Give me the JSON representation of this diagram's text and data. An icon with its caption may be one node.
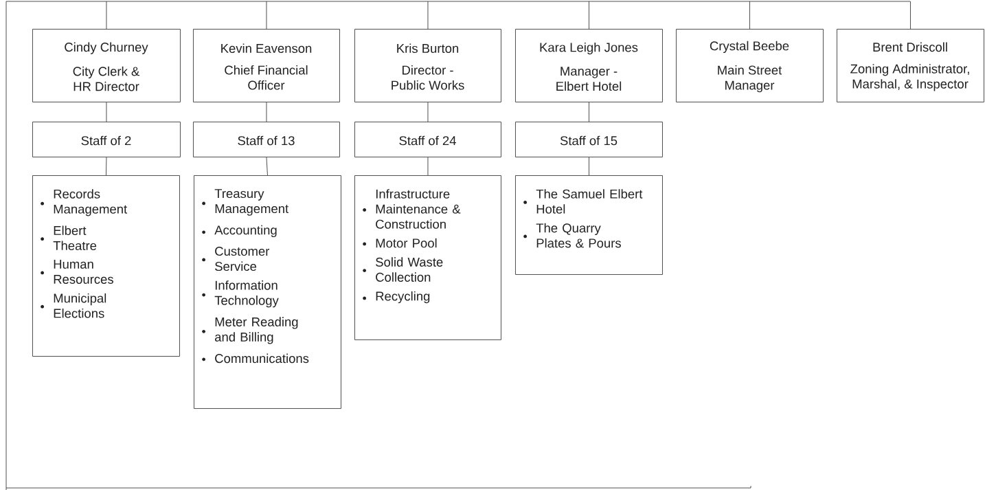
{
  "diagram": {
    "nodes": [
      {
        "text": [
          "Cindy Churney",
          "City Clerk & HR Director"
        ]
      },
      {
        "text": [
          "Kevin Eavenson",
          "Chief Financial Officer"
        ]
      },
      {
        "text": [
          "Kris Burton",
          "Director - Public Works"
        ]
      },
      {
        "text": [
          "Kara Leigh Jones",
          "Manager - Elbert Hotel"
        ]
      },
      {
        "text": [
          "Crystal Beebe",
          "Main Street Manager"
        ]
      },
      {
        "text": [
          "Brent Driscoll",
          "Zoning Administrator, Marshal, & Inspector"
        ]
      },
      {
        "text": [
          "Staff of 2"
        ]
      },
      {
        "text": [
          "Staff of 13"
        ]
      },
      {
        "text": [
          "Staff of 24"
        ]
      },
      {
        "text": [
          "Staff of 15"
        ]
      },
      {
        "text": [
          "Records Management",
          "Elbert Theatre",
          "Human Resources",
          "Municipal Elections"
        ]
      },
      {
        "text": [
          "Treasury Management",
          "Accounting",
          "Customer Service",
          "Information Technology",
          "Meter Reading and Billing",
          "Communications"
        ]
      },
      {
        "text": [
          "Infrastructure Maintenance & Construction",
          "Motor Pool",
          "Solid Waste Collection",
          "Recycling"
        ]
      },
      {
        "text": [
          "The Samuel Elbert Hotel",
          "The Quarry Plates & Pours"
        ]
      }
    ],
    "edges": [
      {
        "from": null,
        "to": 0,
        "arrow": "none"
      },
      {
        "from": null,
        "to": 1,
        "arrow": "none"
      },
      {
        "from": null,
        "to": 2,
        "arrow": "none"
      },
      {
        "from": null,
        "to": 3,
        "arrow": "none"
      },
      {
        "from": null,
        "to": 4,
        "arrow": "none"
      },
      {
        "from": null,
        "to": 5,
        "arrow": "none"
      },
      {
        "from": 0,
        "to": 6,
        "arrow": "none"
      },
      {
        "from": 1,
        "to": 7,
        "arrow": "none"
      },
      {
        "from": 2,
        "to": 8,
        "arrow": "none"
      },
      {
        "from": 3,
        "to": 9,
        "arrow": "none"
      },
      {
        "from": 6,
        "to": 10,
        "arrow": "none"
      },
      {
        "from": 7,
        "to": 11,
        "arrow": "none"
      },
      {
        "from": 8,
        "to": 12,
        "arrow": "none"
      },
      {
        "from": 9,
        "to": 13,
        "arrow": "none"
      }
    ]
  }
}
